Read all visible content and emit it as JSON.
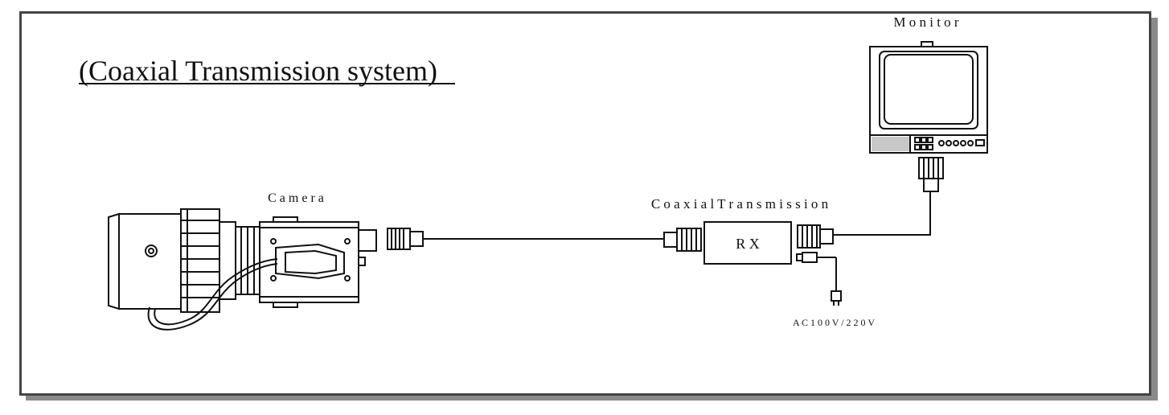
{
  "title": "(Coaxial Transmission system)",
  "labels": {
    "monitor": "M o n i t o r",
    "camera": "C a m  e r a",
    "coaxial_transmission": "C o a x i a l   T r a n s m  i s s i o n",
    "receiver": "R X",
    "power": "A C 1 0 0 V / 2 2 0 V"
  },
  "icons": [
    "camera-icon",
    "monitor-icon",
    "bnc-connector-icon",
    "power-plug-icon"
  ],
  "colors": {
    "line": "#111111",
    "frame": "#444444",
    "panel_gray": "#c8c8c8"
  }
}
